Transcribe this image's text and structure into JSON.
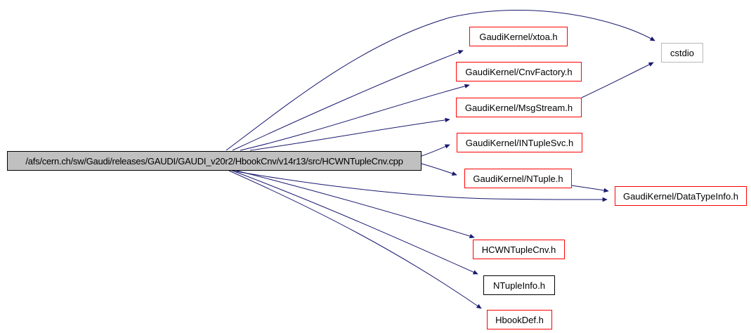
{
  "diagram": {
    "type": "include-dependency-graph",
    "edge_color": "#191970",
    "colors": {
      "main_fill": "#c0c0c0",
      "linked_border": "#ff0000",
      "external_border": "#b9b9b9",
      "plain_border": "#000000",
      "background": "#ffffff"
    },
    "nodes": {
      "main": {
        "label": "/afs/cern.ch/sw/Gaudi/releases/GAUDI/GAUDI_v20r2/HbookCnv/v14r13/src/HCWNTupleCnv.cpp"
      },
      "xtoa": {
        "label": "GaudiKernel/xtoa.h"
      },
      "cstdio": {
        "label": "cstdio"
      },
      "cnvfactory": {
        "label": "GaudiKernel/CnvFactory.h"
      },
      "msgstream": {
        "label": "GaudiKernel/MsgStream.h"
      },
      "intuplesvc": {
        "label": "GaudiKernel/INTupleSvc.h"
      },
      "ntuple": {
        "label": "GaudiKernel/NTuple.h"
      },
      "datatypeinfo": {
        "label": "GaudiKernel/DataTypeInfo.h"
      },
      "hcwntuplecnv": {
        "label": "HCWNTupleCnv.h"
      },
      "ntupleinfo": {
        "label": "NTupleInfo.h"
      },
      "hbookdef": {
        "label": "HbookDef.h"
      }
    },
    "edges": [
      {
        "from": "HCWNTupleCnv.cpp",
        "to": "cstdio"
      },
      {
        "from": "HCWNTupleCnv.cpp",
        "to": "GaudiKernel/xtoa.h"
      },
      {
        "from": "HCWNTupleCnv.cpp",
        "to": "GaudiKernel/CnvFactory.h"
      },
      {
        "from": "HCWNTupleCnv.cpp",
        "to": "GaudiKernel/MsgStream.h"
      },
      {
        "from": "HCWNTupleCnv.cpp",
        "to": "GaudiKernel/INTupleSvc.h"
      },
      {
        "from": "HCWNTupleCnv.cpp",
        "to": "GaudiKernel/NTuple.h"
      },
      {
        "from": "HCWNTupleCnv.cpp",
        "to": "GaudiKernel/DataTypeInfo.h"
      },
      {
        "from": "HCWNTupleCnv.cpp",
        "to": "HCWNTupleCnv.h"
      },
      {
        "from": "HCWNTupleCnv.cpp",
        "to": "NTupleInfo.h"
      },
      {
        "from": "HCWNTupleCnv.cpp",
        "to": "HbookDef.h"
      },
      {
        "from": "GaudiKernel/MsgStream.h",
        "to": "cstdio"
      },
      {
        "from": "GaudiKernel/NTuple.h",
        "to": "GaudiKernel/DataTypeInfo.h"
      }
    ]
  }
}
